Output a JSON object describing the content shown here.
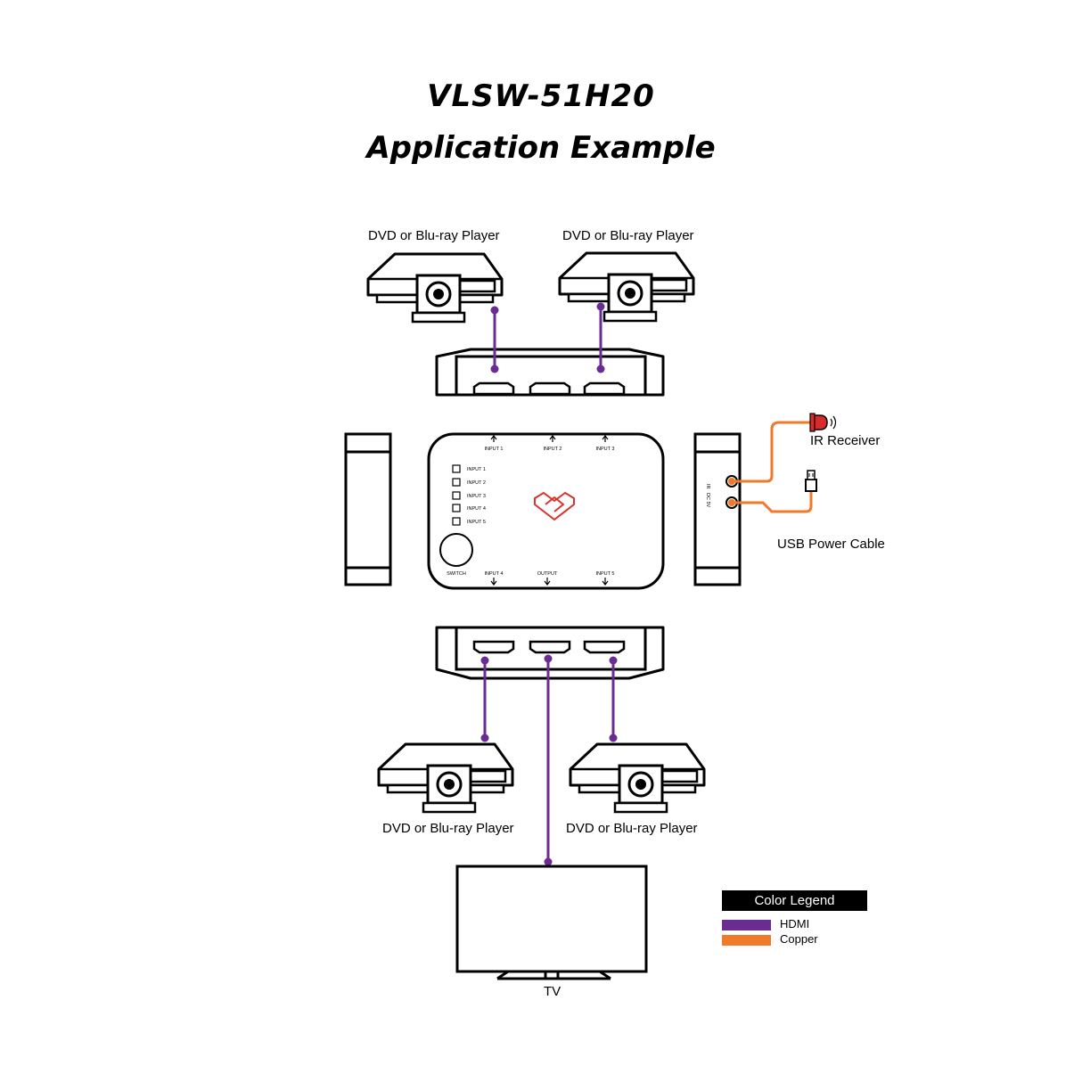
{
  "header": {
    "title": "VLSW-51H20",
    "subtitle": "Application Example"
  },
  "devices": {
    "top_left_player": "DVD or Blu-ray Player",
    "top_right_player": "DVD or Blu-ray Player",
    "bottom_left_player": "DVD or Blu-ray Player",
    "bottom_right_player": "DVD or Blu-ray Player",
    "tv": "TV",
    "ir_receiver": "IR Receiver",
    "usb_power_cable": "USB Power Cable"
  },
  "switch_panel": {
    "top_ports": [
      "INPUT 1",
      "INPUT 2",
      "INPUT 3"
    ],
    "bottom_ports": [
      "INPUT 4",
      "OUTPUT",
      "INPUT 5"
    ],
    "indicators": [
      "INPUT 1",
      "INPUT 2",
      "INPUT 3",
      "INPUT 4",
      "INPUT 5"
    ],
    "button_label": "SWITCH",
    "side_ports": [
      "IR",
      "DC 5V"
    ]
  },
  "legend": {
    "title": "Color Legend",
    "items": [
      {
        "label": "HDMI",
        "color": "#6a2c91"
      },
      {
        "label": "Copper",
        "color": "#f07a2a"
      }
    ]
  },
  "colors": {
    "hdmi": "#6a2c91",
    "copper": "#f07a2a",
    "ir_led": "#d92b2b",
    "logo": "#d9332b"
  }
}
